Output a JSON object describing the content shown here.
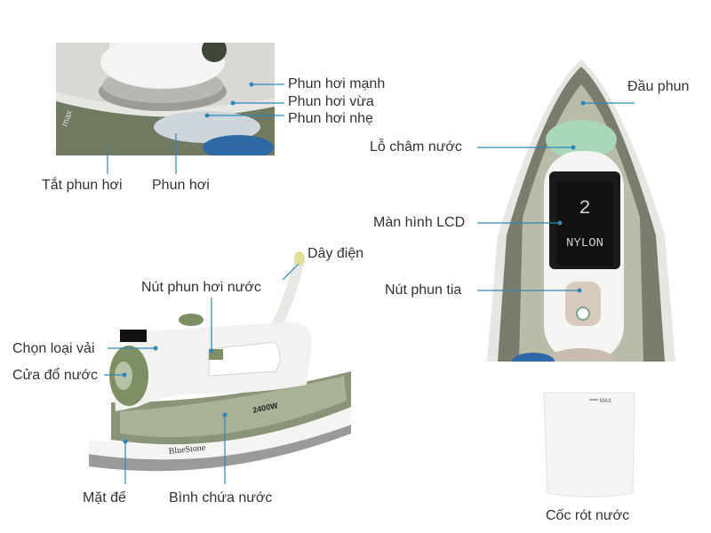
{
  "labels": {
    "phun_hoi_manh": "Phun hơi mạnh",
    "phun_hoi_vua": "Phun hơi vừa",
    "phun_hoi_nhe": "Phun hơi nhẹ",
    "tat_phun_hoi": "Tắt phun hơi",
    "phun_hoi": "Phun hơi",
    "dau_phun": "Đầu phun",
    "lo_cham_nuoc": "Lỗ châm nước",
    "man_hinh_lcd": "Màn hình LCD",
    "nut_phun_tia": "Nút phun tia",
    "day_dien": "Dây điện",
    "nut_phun_hoi_nuoc": "Nút phun hơi nước",
    "chon_loai_vai": "Chọn loại vải",
    "cua_do_nuoc": "Cửa đổ nước",
    "mat_de": "Mặt đế",
    "binh_chua_nuoc": "Bình chứa nước",
    "coc_rot_nuoc": "Cốc rót nước"
  },
  "product": {
    "brand": "BlueStone",
    "power": "2400W",
    "dial_max": "max",
    "lcd_digit": "2",
    "lcd_fabric": "NYLON",
    "cup_max": "MAX"
  },
  "colors": {
    "callout": "#2f86b8",
    "body_green": "#7d8f63",
    "white_body": "#f2f2f0"
  }
}
